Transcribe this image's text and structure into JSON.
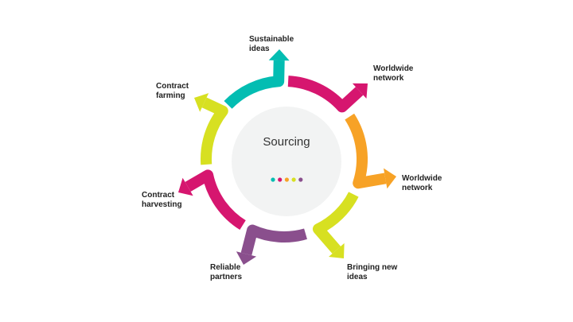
{
  "center": {
    "title": "Sourcing"
  },
  "colors": {
    "teal": "#03bdb2",
    "magenta": "#d6166f",
    "orange": "#f7a226",
    "lime": "#d7e021",
    "purple": "#8a4f8d",
    "center_fill": "#f2f3f3"
  },
  "segments": [
    {
      "label_line1": "Sustainable",
      "label_line2": "ideas",
      "color": "#03bdb2"
    },
    {
      "label_line1": "Worldwide",
      "label_line2": "network",
      "color": "#d6166f"
    },
    {
      "label_line1": "Worldwide",
      "label_line2": "network",
      "color": "#f7a226"
    },
    {
      "label_line1": "Bringing new",
      "label_line2": "ideas",
      "color": "#d7e021"
    },
    {
      "label_line1": "Reliable",
      "label_line2": "partners",
      "color": "#8a4f8d"
    },
    {
      "label_line1": "Contract",
      "label_line2": "harvesting",
      "color": "#d6166f"
    },
    {
      "label_line1": "Contract",
      "label_line2": "farming",
      "color": "#d7e021"
    }
  ],
  "dots": [
    "#03bdb2",
    "#d6166f",
    "#f7a226",
    "#d7e021",
    "#8a4f8d"
  ]
}
